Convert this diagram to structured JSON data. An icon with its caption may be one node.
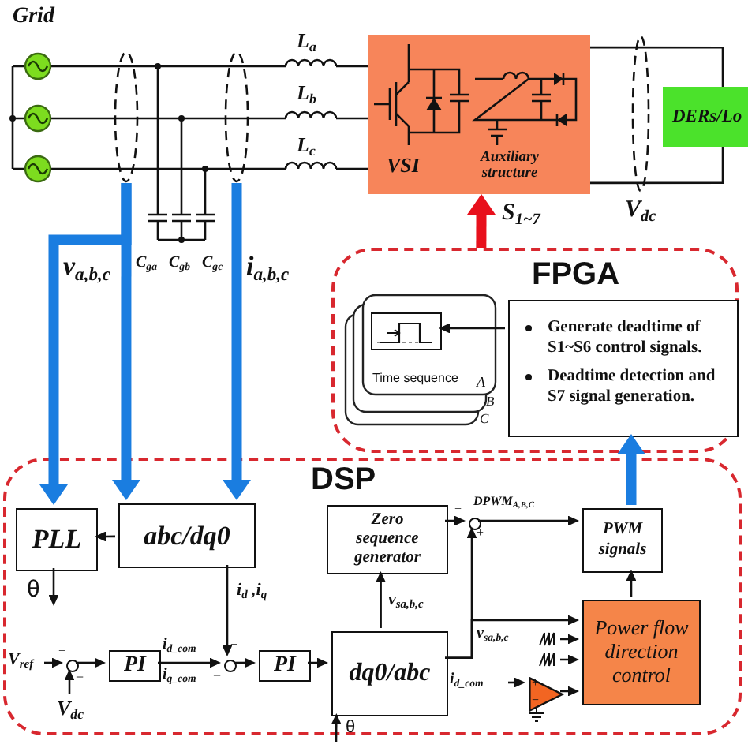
{
  "diagram": {
    "nodes": [
      {
        "text": [
          "VSI",
          "Auxiliary structure"
        ]
      },
      {
        "text": [
          "DERs/Lo"
        ]
      },
      {
        "text": [
          "FPGA"
        ]
      },
      {
        "text": [
          "Time sequence",
          "A",
          "B",
          "C"
        ],
        "in": 2
      },
      {
        "text": [],
        "shape": "box",
        "in": 3
      },
      {
        "text": [
          "Generate deadtime of S1~S6 control signals.",
          "Deadtime detection and S7 signal generation."
        ],
        "in": 2
      },
      {
        "text": [
          "DSP"
        ]
      },
      {
        "text": [
          "PLL"
        ],
        "in": 6
      },
      {
        "text": [
          "abc/dq0"
        ],
        "in": 6
      },
      {
        "text": [
          "Zero sequence generator"
        ],
        "in": 6
      },
      {
        "text": [
          "PWM signals"
        ],
        "in": 6
      },
      {
        "text": [
          "PI"
        ],
        "in": 6
      },
      {
        "text": [
          "PI"
        ],
        "in": 6
      },
      {
        "text": [
          "dq0/abc"
        ],
        "in": 6
      },
      {
        "text": [
          "Power flow direction control"
        ],
        "in": 6
      },
      {
        "text": [],
        "shape": "circle",
        "in": 6
      },
      {
        "text": [],
        "shape": "circle",
        "in": 6
      },
      {
        "text": [],
        "shape": "circle",
        "in": 6
      },
      {
        "text": [
          "+",
          "−"
        ],
        "in": 6
      },
      {
        "text": [],
        "shape": "ellipse"
      },
      {
        "text": [],
        "shape": "ellipse"
      },
      {
        "text": [],
        "shape": "ellipse"
      }
    ],
    "edges": [
      {
        "from": 19,
        "to": 7,
        "arrow": "to",
        "style": "thick",
        "color": "#1a7de0"
      },
      {
        "from": 19,
        "to": 8,
        "arrow": "to",
        "style": "thick",
        "color": "#1a7de0",
        "label": "v$_{a,b,c}$"
      },
      {
        "from": 20,
        "to": 8,
        "arrow": "to",
        "style": "thick",
        "color": "#1a7de0",
        "label": "i$_{a,b,c}$"
      },
      {
        "from": 8,
        "to": 7,
        "arrow": "to"
      },
      {
        "from": 7,
        "to": null,
        "arrow": "to",
        "label": "θ"
      },
      {
        "from": 8,
        "to": 16,
        "arrow": "to",
        "label": "i$_{d}$ ,i$_{q}$"
      },
      {
        "from": null,
        "to": 15,
        "arrow": "to",
        "label": "V$_{ref}$"
      },
      {
        "from": null,
        "to": 15,
        "arrow": "to",
        "label": "V$_{dc}$"
      },
      {
        "from": 15,
        "to": 11,
        "arrow": "to"
      },
      {
        "from": 11,
        "to": 16,
        "arrow": "to",
        "label": "i$_{d_com}$"
      },
      {
        "from": 16,
        "to": 12,
        "arrow": "to"
      },
      {
        "from": 12,
        "to": 13,
        "arrow": "to"
      },
      {
        "from": 13,
        "to": 9,
        "arrow": "to",
        "label": "v$_{sa,b,c}$"
      },
      {
        "from": 9,
        "to": 17,
        "arrow": "to"
      },
      {
        "from": 13,
        "to": 17,
        "arrow": "to"
      },
      {
        "from": 13,
        "to": 14,
        "arrow": "to",
        "label": "v$_{sa,b,c}$"
      },
      {
        "from": 17,
        "to": 10,
        "arrow": "to",
        "label": "DPWM$_{A,B,C}$"
      },
      {
        "from": 14,
        "to": 10,
        "arrow": "to"
      },
      {
        "from": 18,
        "to": 14,
        "arrow": "to"
      },
      {
        "from": null,
        "to": 18,
        "arrow": "to",
        "label": "i$_{d_com}$"
      },
      {
        "from": null,
        "to": 14,
        "arrow": "to"
      },
      {
        "from": null,
        "to": 14,
        "arrow": "to"
      },
      {
        "from": null,
        "to": 13,
        "arrow": "to",
        "label": "θ"
      },
      {
        "from": 10,
        "to": 5,
        "arrow": "to",
        "style": "thick",
        "color": "#1a7de0"
      },
      {
        "from": 5,
        "to": 4,
        "arrow": "to"
      },
      {
        "from": 2,
        "to": 0,
        "arrow": "to",
        "style": "thick",
        "color": "#e8101c",
        "label": "S$_{1~7}$"
      },
      {
        "from": 0,
        "to": 1,
        "arrow": "none"
      },
      {
        "from": 0,
        "to": 1,
        "arrow": "none"
      }
    ],
    "labels": [
      "Grid",
      "L$_{a}$",
      "L$_{b}$",
      "L$_{c}$",
      "C$_{ga}$",
      "C$_{gb}$",
      "C$_{gc}$",
      "V$_{dc}$",
      "i$_{q_com}$",
      "+",
      "−",
      "+",
      "−",
      "+",
      "+"
    ]
  }
}
